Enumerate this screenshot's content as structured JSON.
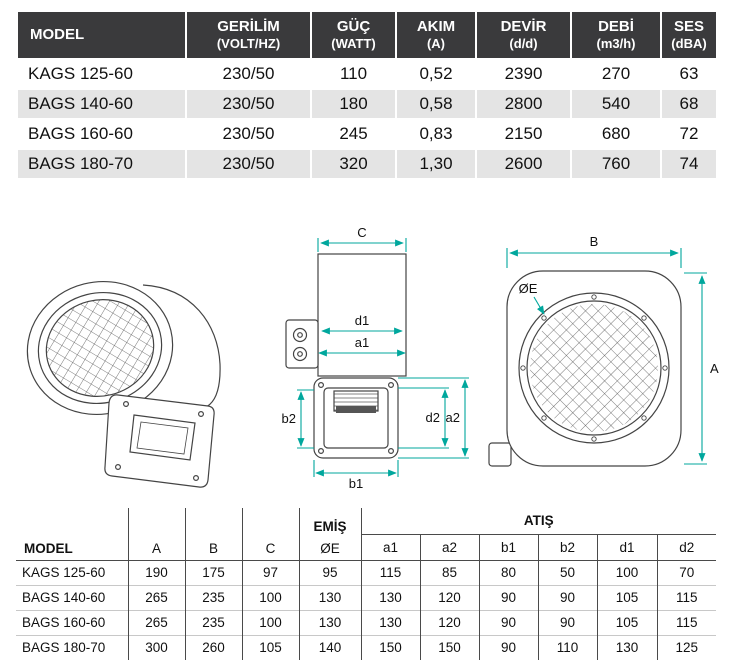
{
  "colors": {
    "accent_teal": "#00A79D",
    "header_bg": "#3A3A3C",
    "row_alt_bg": "#E4E4E4"
  },
  "spec_table": {
    "headers": [
      {
        "line1": "MODEL",
        "line2": ""
      },
      {
        "line1": "GERİLİM",
        "line2": "(VOLT/HZ)"
      },
      {
        "line1": "GÜÇ",
        "line2": "(WATT)"
      },
      {
        "line1": "AKIM",
        "line2": "(A)"
      },
      {
        "line1": "DEVİR",
        "line2": "(d/d)"
      },
      {
        "line1": "DEBİ",
        "line2": "(m3/h)"
      },
      {
        "line1": "SES",
        "line2": "(dBA)"
      }
    ],
    "rows": [
      [
        "KAGS 125-60",
        "230/50",
        "110",
        "0,52",
        "2390",
        "270",
        "63"
      ],
      [
        "BAGS 140-60",
        "230/50",
        "180",
        "0,58",
        "2800",
        "540",
        "68"
      ],
      [
        "BAGS 160-60",
        "230/50",
        "245",
        "0,83",
        "2150",
        "680",
        "72"
      ],
      [
        "BAGS 180-70",
        "230/50",
        "320",
        "1,30",
        "2600",
        "760",
        "74"
      ]
    ]
  },
  "drawing": {
    "side_view": {
      "c": "C",
      "d1": "d1",
      "a1": "a1",
      "b2": "b2",
      "d2": "d2",
      "a2": "a2",
      "b1": "b1"
    },
    "front_view": {
      "b": "B",
      "oe": "ØE",
      "a": "A"
    }
  },
  "dim_table": {
    "model_header": "MODEL",
    "abc_headers": [
      "A",
      "B",
      "C"
    ],
    "emis_header": "EMİŞ",
    "emis_sub": "ØE",
    "atis_header": "ATIŞ",
    "atis_columns": [
      "a1",
      "a2",
      "b1",
      "b2",
      "d1",
      "d2"
    ],
    "rows": [
      [
        "KAGS 125-60",
        "190",
        "175",
        "97",
        "95",
        "115",
        "85",
        "80",
        "50",
        "100",
        "70"
      ],
      [
        "BAGS 140-60",
        "265",
        "235",
        "100",
        "130",
        "130",
        "120",
        "90",
        "90",
        "105",
        "115"
      ],
      [
        "BAGS 160-60",
        "265",
        "235",
        "100",
        "130",
        "130",
        "120",
        "90",
        "90",
        "105",
        "115"
      ],
      [
        "BAGS 180-70",
        "300",
        "260",
        "105",
        "140",
        "150",
        "150",
        "90",
        "110",
        "130",
        "125"
      ]
    ]
  }
}
